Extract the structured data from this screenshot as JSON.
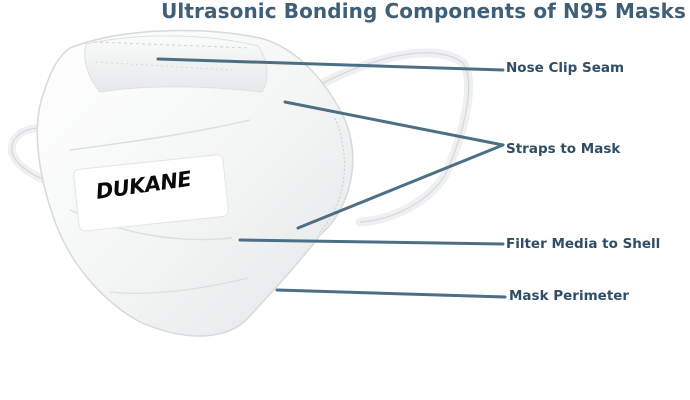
{
  "title": "Ultrasonic Bonding Components of N95 Masks",
  "logo_text": "DUKANE",
  "callouts": {
    "nose_clip_seam": "Nose Clip Seam",
    "straps_to_mask": "Straps to Mask",
    "filter_media_to_shell": "Filter Media to Shell",
    "mask_perimeter": "Mask Perimeter"
  },
  "colors": {
    "title": "#3f5f78",
    "label": "#2f4e66",
    "leader_line": "#4d6f86",
    "mask": "#f7f8f8",
    "mask_shadow": "#dfe2e3",
    "background": "#ffffff"
  }
}
